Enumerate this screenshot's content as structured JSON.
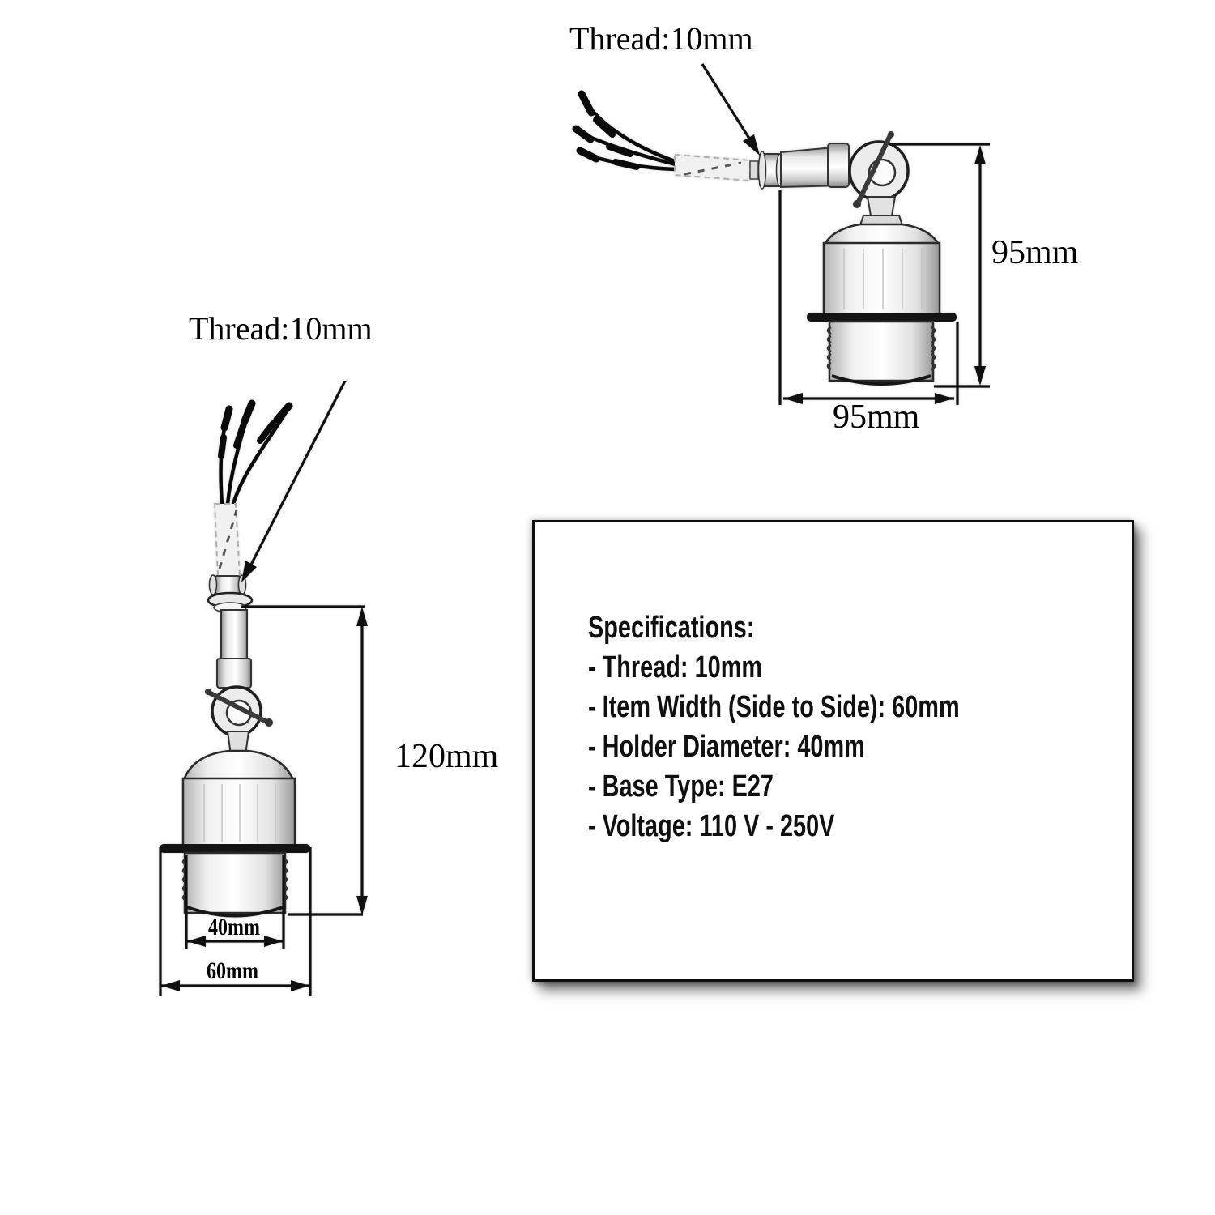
{
  "page": {
    "background": "#ffffff",
    "ink": "#101010"
  },
  "figure_left": {
    "name": "vertical E27 lamp holder drawing",
    "thread_label": "Thread:10mm",
    "height_label": "120mm",
    "holder_diameter_label": "40mm",
    "width_label": "60mm"
  },
  "figure_right": {
    "name": "swivel E27 lamp holder drawing",
    "thread_label": "Thread:10mm",
    "height_label": "95mm",
    "width_label": "95mm"
  },
  "spec_box": {
    "title": "Specifications:",
    "items": [
      "- Thread: 10mm",
      "- Item Width (Side to Side): 60mm",
      "- Holder Diameter: 40mm",
      "- Base Type: E27",
      "- Voltage: 110 V - 250V"
    ]
  }
}
